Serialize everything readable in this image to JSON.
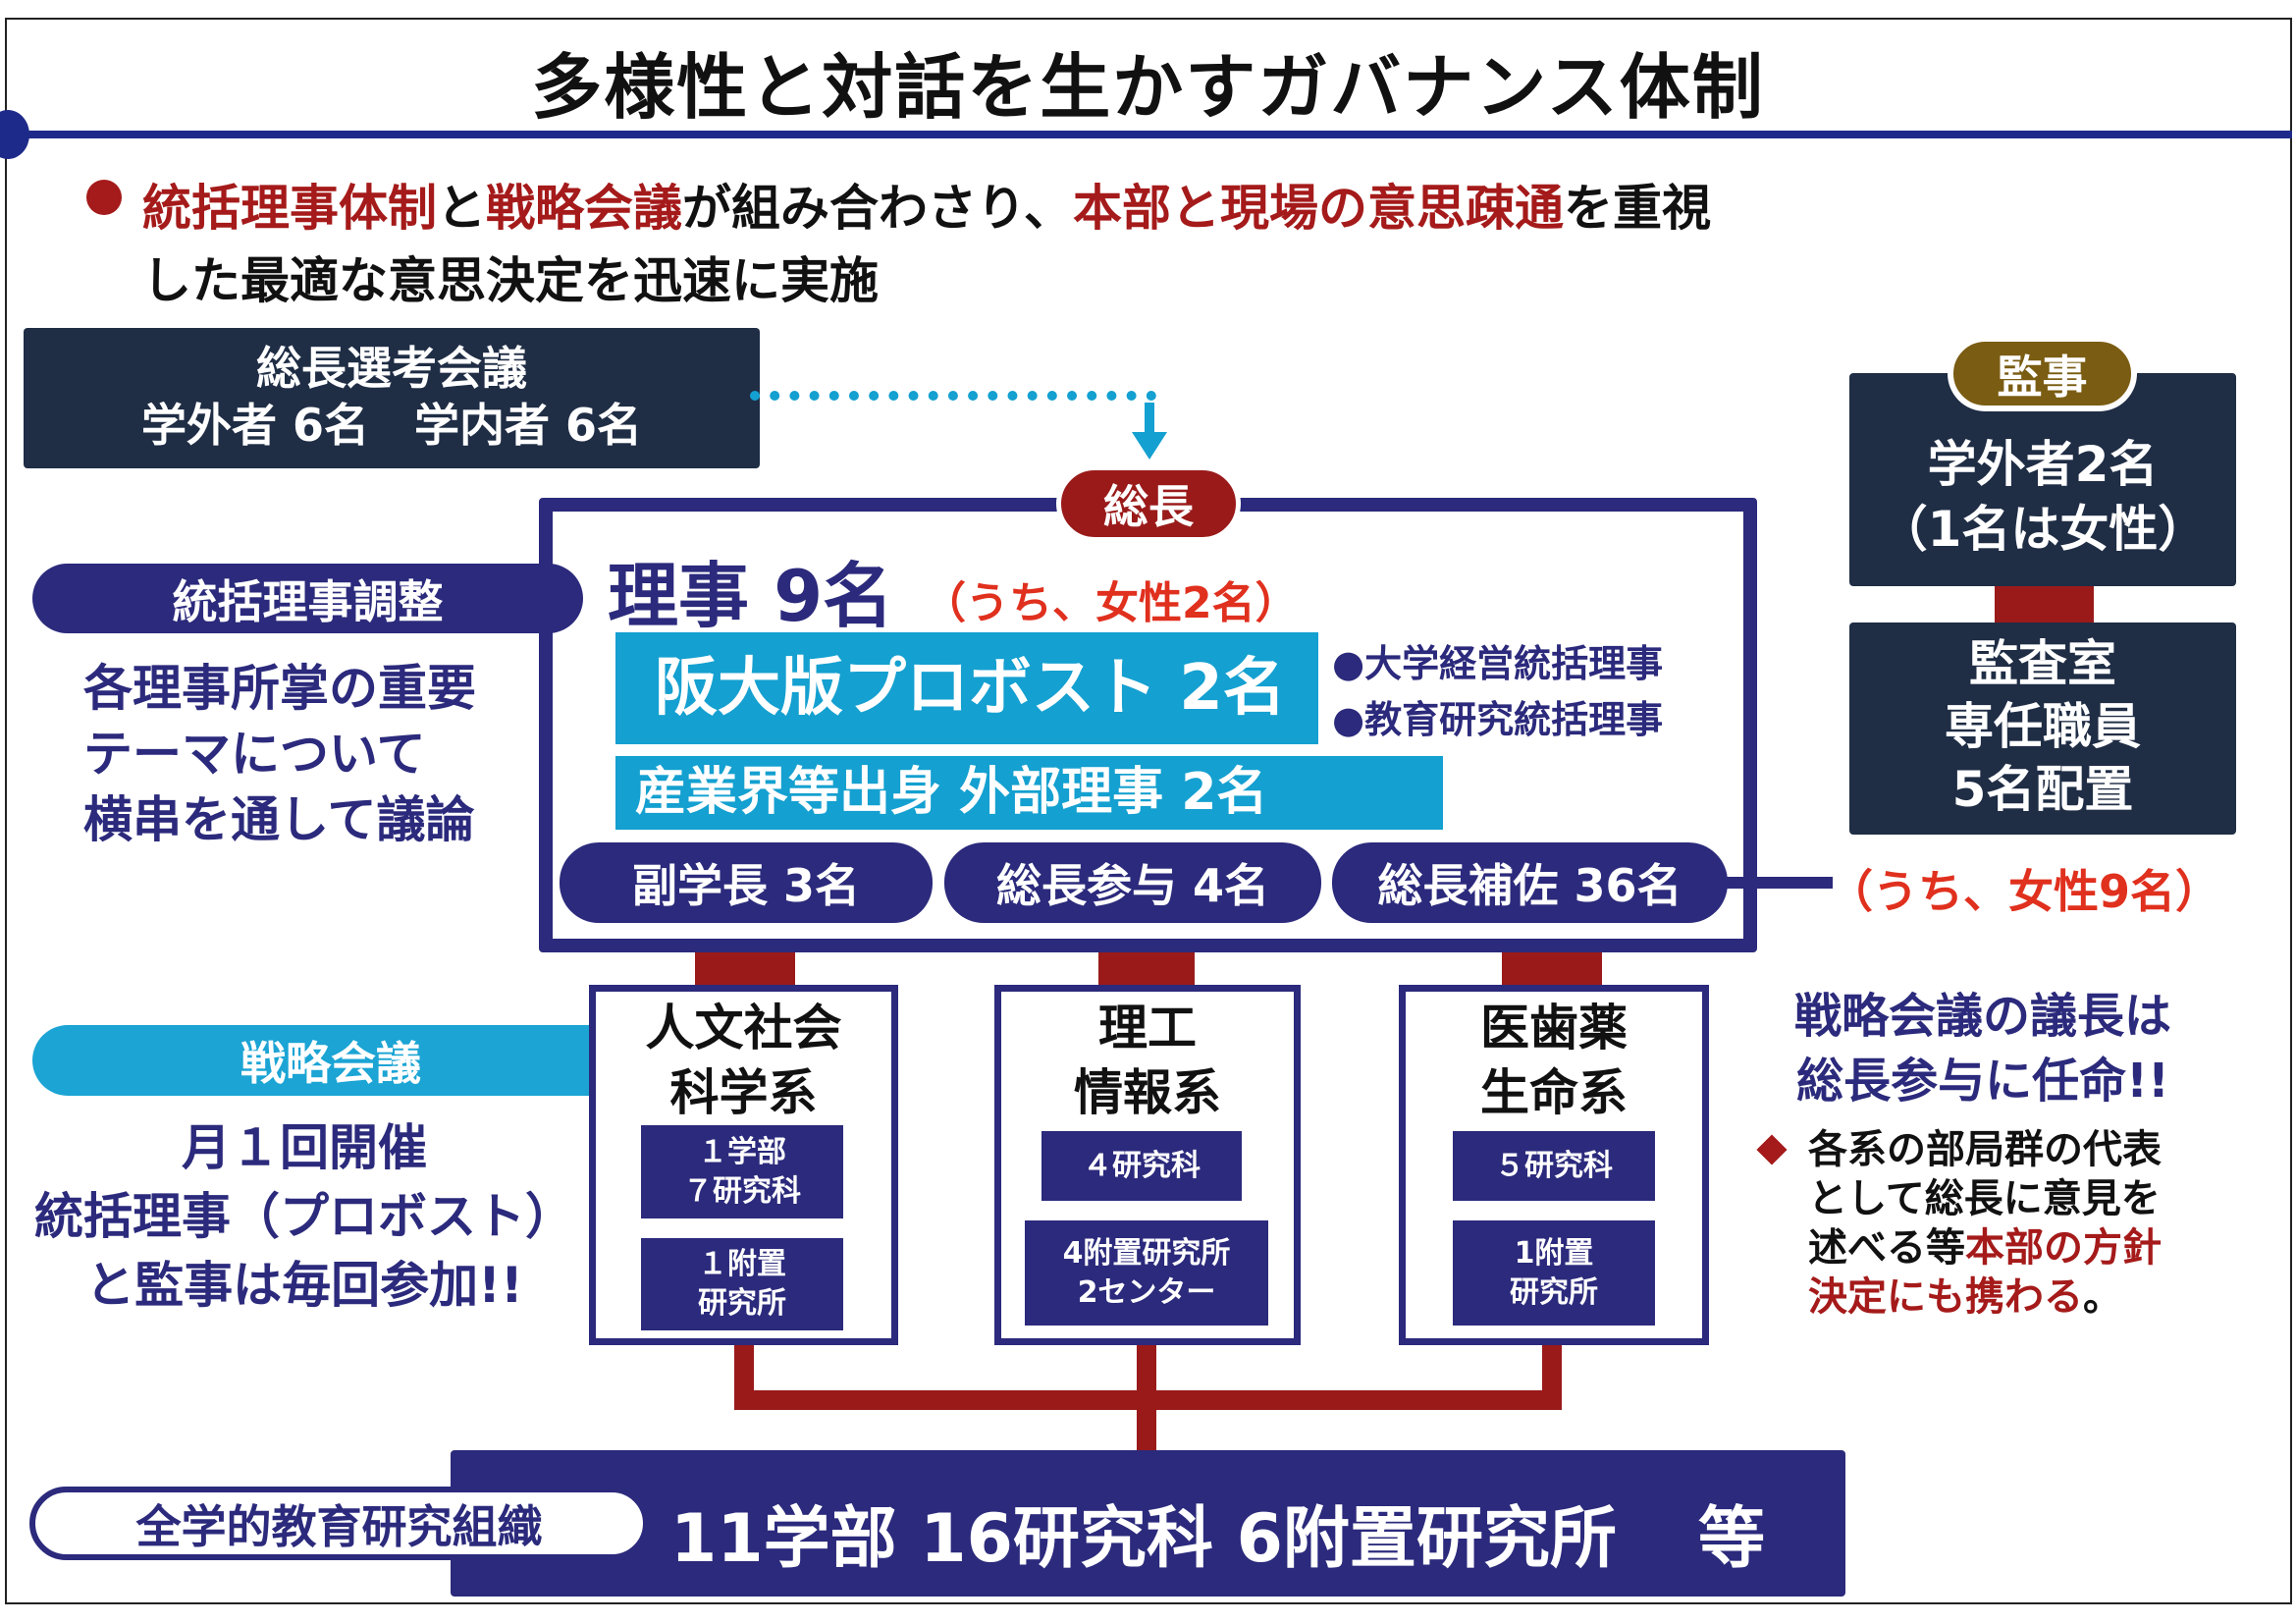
{
  "title": "多様性と対話を生かすガバナンス体制",
  "lead": {
    "line1": [
      {
        "text": "統括理事体制",
        "color": "red"
      },
      {
        "text": "と",
        "color": "black"
      },
      {
        "text": "戦略会議",
        "color": "red"
      },
      {
        "text": "が組み合わさり、",
        "color": "black"
      },
      {
        "text": "本部と現場の意思疎通",
        "color": "red"
      },
      {
        "text": "を重視",
        "color": "black"
      }
    ],
    "line2": "した最適な意思決定を迅速に実施"
  },
  "selection_committee": {
    "name": "総長選考会議",
    "members": "学外者 6名　学内者 6名"
  },
  "president": "総長",
  "board": {
    "directors": "理事 9名",
    "directors_note_prefix": "（うち、",
    "directors_note_women": "女性2名",
    "directors_note_suffix": "）",
    "provost": "阪大版プロボスト 2名",
    "provost_roles": [
      "●大学経営統括理事",
      "●教育研究統括理事"
    ],
    "external": "産業界等出身 外部理事 2名",
    "vice_presidents": "副学長 3名",
    "advisors": "総長参与 4名",
    "assistants": "総長補佐 36名",
    "assistants_note_prefix": "（うち、",
    "assistants_note_women": "女性9名",
    "assistants_note_suffix": "）"
  },
  "auditor": {
    "label": "監事",
    "members_line1": "学外者2名",
    "members_line2": "（1名は女性）",
    "office_line1": "監査室",
    "office_line2": "専任職員",
    "office_line3": "5名配置"
  },
  "coordination": {
    "label": "統括理事調整",
    "lines": [
      "各理事所掌の重要",
      "テーマについて",
      "横串を通して議論"
    ]
  },
  "strategy": {
    "label": "戦略会議",
    "lines": [
      "月１回開催",
      "統括理事（プロボスト）",
      "と監事は毎回参加!!"
    ]
  },
  "divisions": [
    {
      "title": [
        "人文社会",
        "科学系"
      ],
      "units": [
        [
          "１学部",
          "７研究科"
        ],
        [
          "１附置",
          "研究所"
        ]
      ]
    },
    {
      "title": [
        "理工",
        "情報系"
      ],
      "units": [
        [
          "４研究科"
        ],
        [
          "4附置研究所",
          "2センター"
        ]
      ]
    },
    {
      "title": [
        "医歯薬",
        "生命系"
      ],
      "units": [
        [
          "５研究科"
        ],
        [
          "1附置",
          "研究所"
        ]
      ]
    }
  ],
  "right_note": {
    "heading": [
      "戦略会議の議長は",
      "総長参与に任命!!"
    ],
    "bullet_lines": [
      "各系の部局群の代表",
      "として総長に意見を",
      "述べる等"
    ],
    "bullet_red_1": "本部の方針",
    "bullet_red_2": "決定にも携わる",
    "bullet_end": "。"
  },
  "organization": {
    "label": "全学的教育研究組織",
    "summary": "11学部 16研究科 6附置研究所",
    "suffix": "等"
  },
  "colors": {
    "navy": "#2b2a7c",
    "dark": "#1f2d45",
    "red": "#9a1a1a",
    "cyan": "#14a0d0",
    "olive": "#7a5c12",
    "accent_red": "#e0301e"
  }
}
